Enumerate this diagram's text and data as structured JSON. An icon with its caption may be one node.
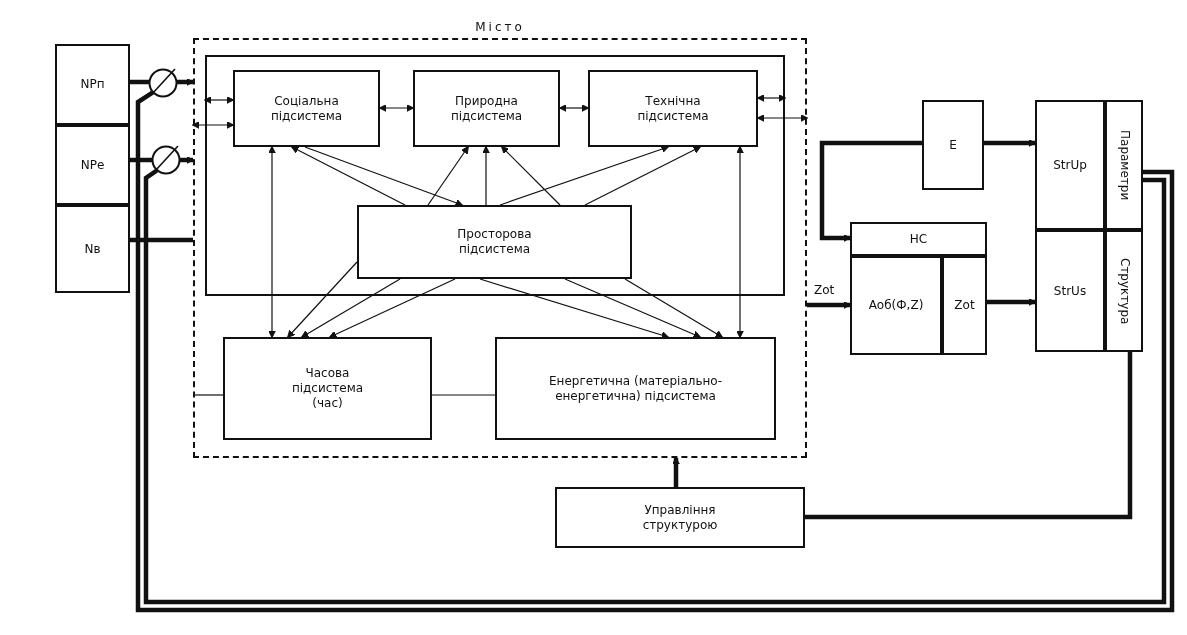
{
  "diagram": {
    "nodes": [
      {
        "text": [
          "Місто"
        ]
      },
      {
        "text": [],
        "shape": "box",
        "in": 0
      },
      {
        "text": [
          "Соціальна підсистема"
        ],
        "in": 1
      },
      {
        "text": [
          "Природна підсистема"
        ],
        "in": 1
      },
      {
        "text": [
          "Технічна підсистема"
        ],
        "in": 1
      },
      {
        "text": [
          "Просторова підсистема"
        ],
        "in": 1
      },
      {
        "text": [
          "Часова підсистема (час)"
        ],
        "in": 0
      },
      {
        "text": [
          "Енергетична (матеріально-енергетична) підсистема"
        ],
        "in": 0
      },
      {
        "text": [
          "NPп"
        ]
      },
      {
        "text": [
          "NPе"
        ]
      },
      {
        "text": [
          "Nв"
        ]
      },
      {
        "text": [],
        "shape": "circle"
      },
      {
        "text": [],
        "shape": "circle"
      },
      {
        "text": [
          "Е"
        ]
      },
      {
        "text": [
          "НС"
        ]
      },
      {
        "text": [
          "Аоб(Ф,Z)"
        ]
      },
      {
        "text": [
          "Zot"
        ]
      },
      {
        "text": [
          "StrUp"
        ]
      },
      {
        "text": [
          "StrUs"
        ]
      },
      {
        "text": [
          "Параметри"
        ]
      },
      {
        "text": [
          "Структура"
        ]
      },
      {
        "text": [
          "Управління структурою"
        ]
      }
    ],
    "edges": [
      {
        "from": 2,
        "to": 3,
        "arrow": "both"
      },
      {
        "from": 3,
        "to": 4,
        "arrow": "both"
      },
      {
        "from": 1,
        "to": 2,
        "arrow": "both"
      },
      {
        "from": 0,
        "to": 2,
        "arrow": "both"
      },
      {
        "from": 4,
        "to": 1,
        "arrow": "both"
      },
      {
        "from": 4,
        "to": 0,
        "arrow": "both"
      },
      {
        "from": 5,
        "to": 2,
        "arrow": "to"
      },
      {
        "from": 2,
        "to": 5,
        "arrow": "to"
      },
      {
        "from": 5,
        "to": 3,
        "arrow": "to"
      },
      {
        "from": 5,
        "to": 3,
        "arrow": "to"
      },
      {
        "from": 5,
        "to": 3,
        "arrow": "to"
      },
      {
        "from": 5,
        "to": 4,
        "arrow": "to"
      },
      {
        "from": 5,
        "to": 4,
        "arrow": "to"
      },
      {
        "from": 2,
        "to": 6,
        "arrow": "both"
      },
      {
        "from": 4,
        "to": 7,
        "arrow": "both"
      },
      {
        "from": 5,
        "to": 6,
        "arrow": "to"
      },
      {
        "from": 5,
        "to": 6,
        "arrow": "to"
      },
      {
        "from": 5,
        "to": 6,
        "arrow": "to"
      },
      {
        "from": 5,
        "to": 7,
        "arrow": "to"
      },
      {
        "from": 5,
        "to": 7,
        "arrow": "to"
      },
      {
        "from": 5,
        "to": 7,
        "arrow": "to"
      },
      {
        "from": 0,
        "to": 6,
        "arrow": "none"
      },
      {
        "from": 6,
        "to": 7,
        "arrow": "none"
      },
      {
        "from": 8,
        "to": 11,
        "arrow": "none",
        "style": "thick"
      },
      {
        "from": 11,
        "to": 0,
        "arrow": "to",
        "style": "thick"
      },
      {
        "from": 9,
        "to": 12,
        "arrow": "none",
        "style": "thick"
      },
      {
        "from": 12,
        "to": 0,
        "arrow": "to",
        "style": "thick"
      },
      {
        "from": 10,
        "to": 0,
        "arrow": "none",
        "style": "thick"
      },
      {
        "from": 0,
        "to": 15,
        "label": "Zot",
        "arrow": "to",
        "style": "thick"
      },
      {
        "from": 13,
        "to": 14,
        "arrow": "to",
        "style": "thick"
      },
      {
        "from": 13,
        "to": 17,
        "arrow": "to",
        "style": "thick"
      },
      {
        "from": 16,
        "to": 18,
        "arrow": "to",
        "style": "thick"
      },
      {
        "from": 20,
        "to": 21,
        "arrow": "none",
        "style": "thick"
      },
      {
        "from": 21,
        "to": 0,
        "arrow": "to",
        "style": "thick"
      },
      {
        "from": 19,
        "to": 11,
        "arrow": "none",
        "style": "thick"
      },
      {
        "from": 19,
        "to": 12,
        "arrow": "none",
        "style": "thick"
      }
    ]
  }
}
